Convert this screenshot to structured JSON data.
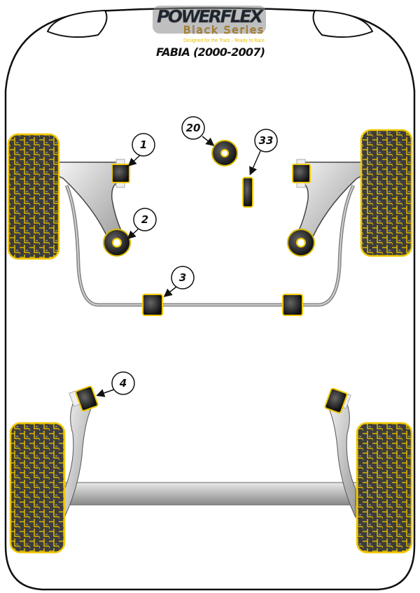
{
  "header": {
    "brand": "POWERFLEX",
    "series": "Black Series",
    "tagline": "Designed for the Track – Ready to Race",
    "model": "FABIA (2000-2007)"
  },
  "callouts": [
    {
      "id": "1",
      "label": "1"
    },
    {
      "id": "2",
      "label": "2"
    },
    {
      "id": "3",
      "label": "3"
    },
    {
      "id": "4",
      "label": "4"
    },
    {
      "id": "20",
      "label": "20"
    },
    {
      "id": "33",
      "label": "33"
    }
  ],
  "colors": {
    "tyre": "#3a3a3a",
    "tread": "#e8c000",
    "bush": "#1a1a1a",
    "accent": "#f0c800"
  }
}
